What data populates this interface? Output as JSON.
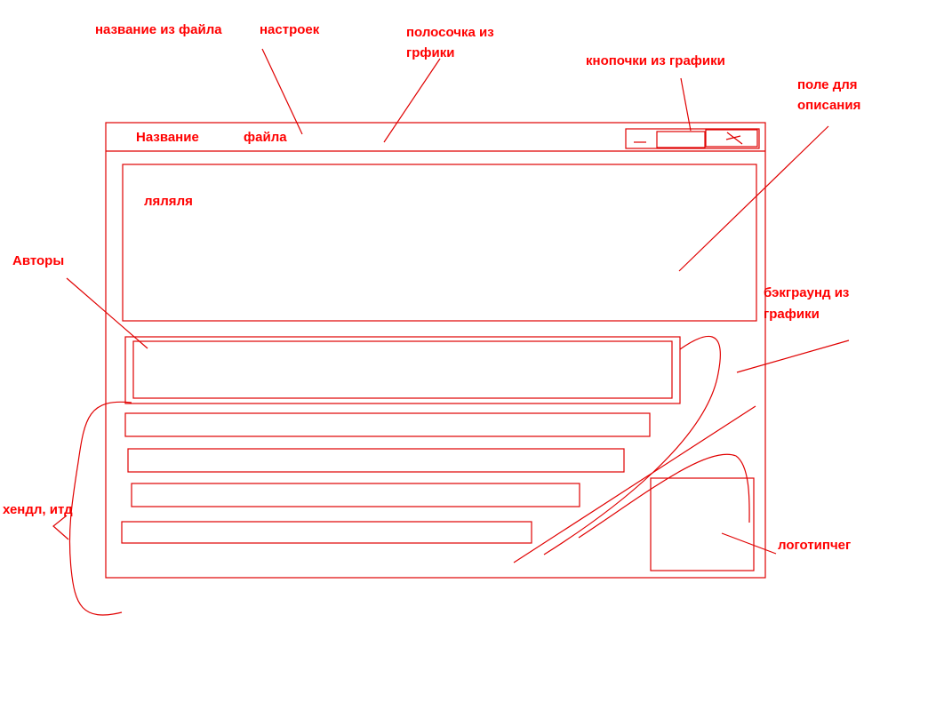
{
  "annotations": {
    "title_from_settings_1": "название из файла",
    "title_from_settings_2": "настроек",
    "stripe_from_graphics_1": "полосочка из",
    "stripe_from_graphics_2": "грфики",
    "buttons_from_graphics": "кнопочки из графики",
    "description_field_1": "поле для",
    "description_field_2": "описания",
    "authors": "Авторы",
    "background_from_graphics_1": "бэкграунд из",
    "background_from_graphics_2": "графики",
    "handle_etc": "хендл, итд",
    "logo": "логотипчег"
  },
  "window": {
    "title_word_1": "Название",
    "title_word_2": "файла",
    "description_text": "ляляля"
  },
  "colors": {
    "ink": "#e00000",
    "text": "#ff0000"
  }
}
